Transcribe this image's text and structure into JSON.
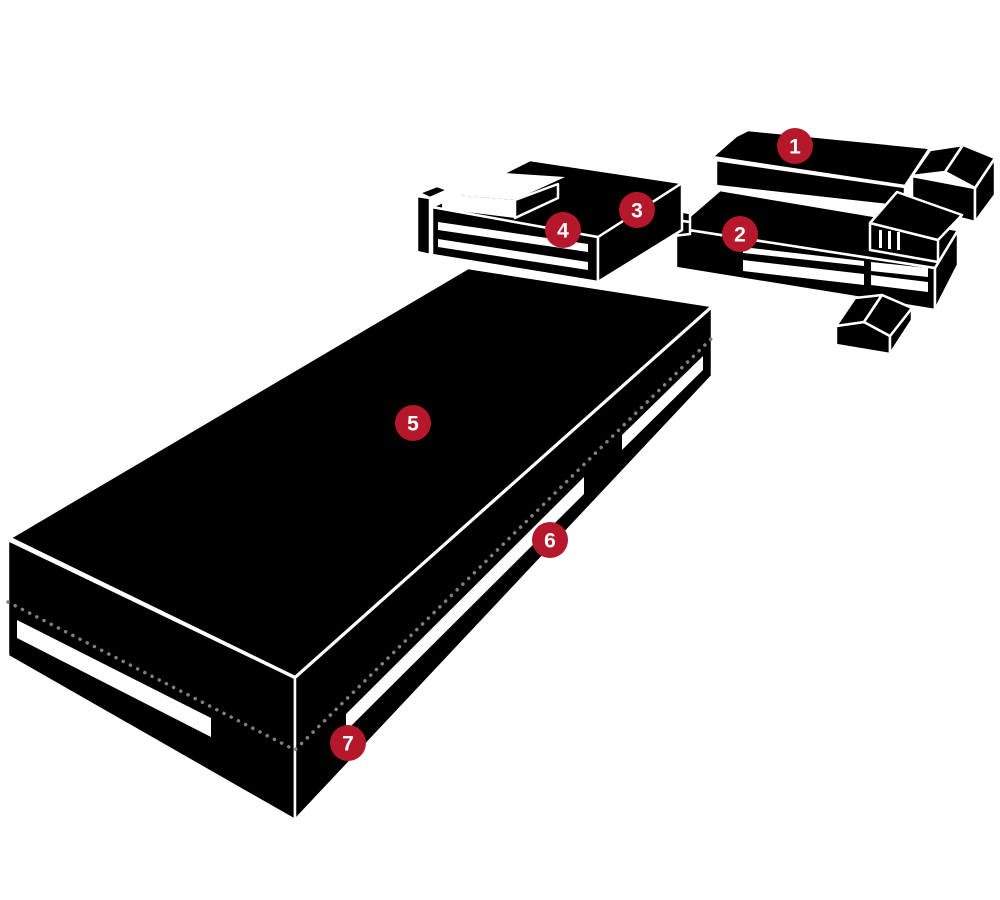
{
  "colors": {
    "badge": "#b5182a",
    "building": "#000000",
    "outline": "#ffffff",
    "path": "#808080"
  },
  "markers": [
    {
      "id": "marker-1",
      "label": "1"
    },
    {
      "id": "marker-2",
      "label": "2"
    },
    {
      "id": "marker-3",
      "label": "3"
    },
    {
      "id": "marker-4",
      "label": "4"
    },
    {
      "id": "marker-5",
      "label": "5"
    },
    {
      "id": "marker-6",
      "label": "6"
    },
    {
      "id": "marker-7",
      "label": "7"
    }
  ]
}
